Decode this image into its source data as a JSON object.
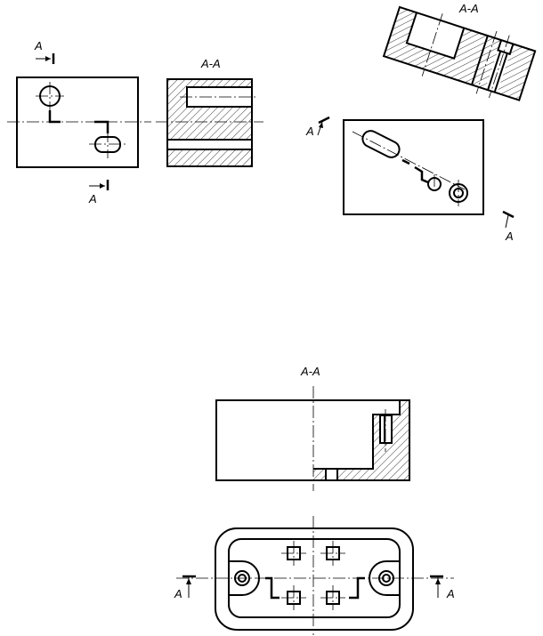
{
  "section_label": "A-A",
  "cut_letter": "A",
  "views": [
    {
      "id": "straight-stepped",
      "label": "A-A"
    },
    {
      "id": "inclined-stepped",
      "label": "A-A"
    },
    {
      "id": "housing-stepped",
      "label": "A-A"
    }
  ]
}
